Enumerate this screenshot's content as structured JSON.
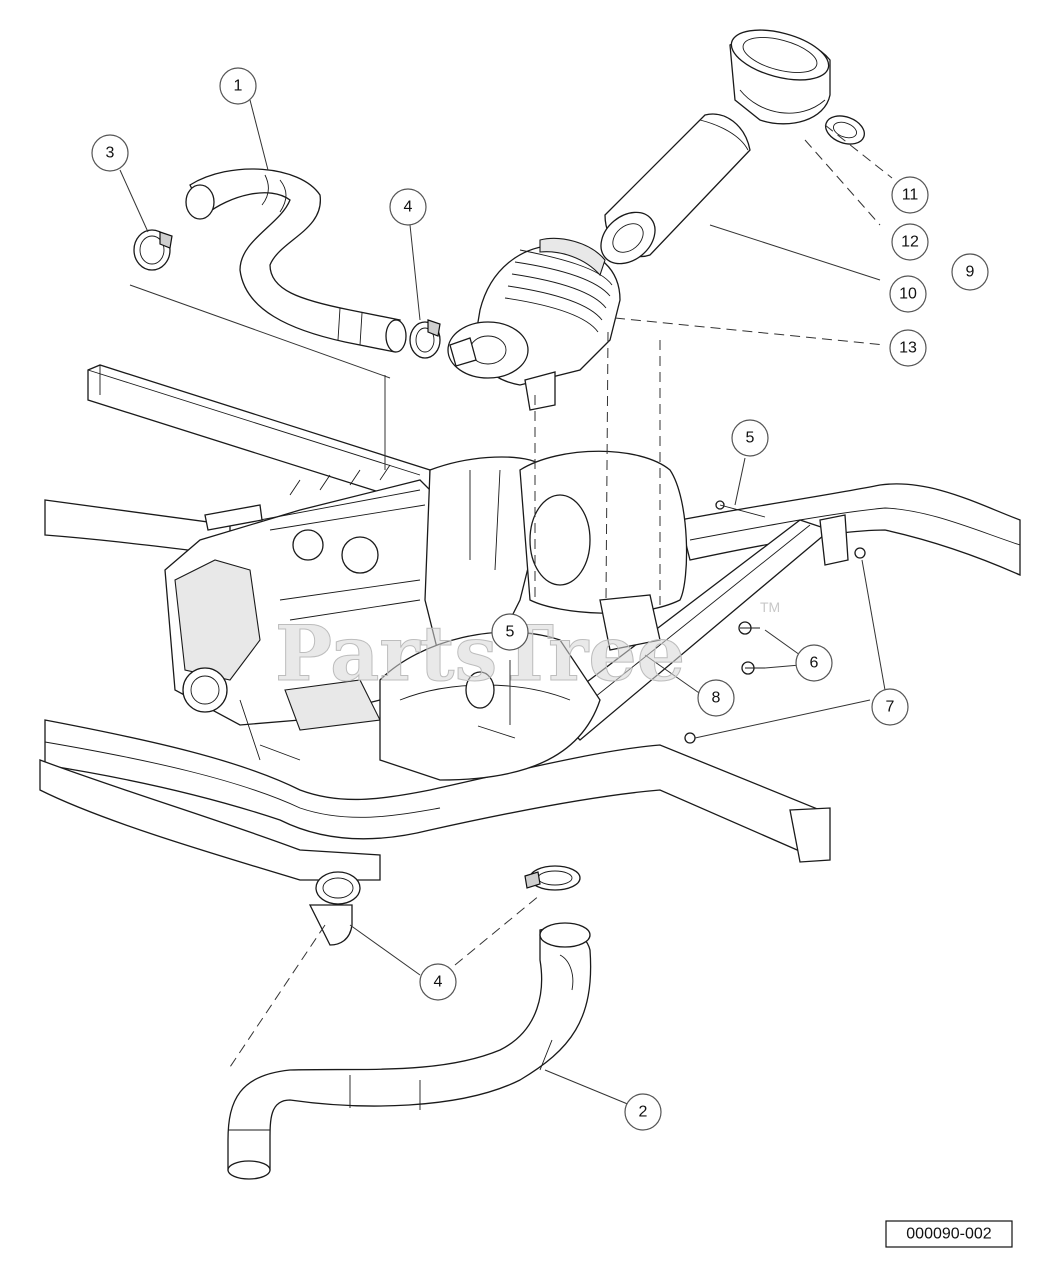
{
  "watermark": {
    "text": "PartsTree",
    "tm": "TM"
  },
  "reference_code": "000090-002",
  "callouts": {
    "c1": "1",
    "c2": "2",
    "c3": "3",
    "c4a": "4",
    "c4b": "4",
    "c5a": "5",
    "c5b": "5",
    "c6": "6",
    "c7": "7",
    "c8": "8",
    "c9": "9",
    "c10": "10",
    "c11": "11",
    "c12": "12",
    "c13": "13"
  }
}
